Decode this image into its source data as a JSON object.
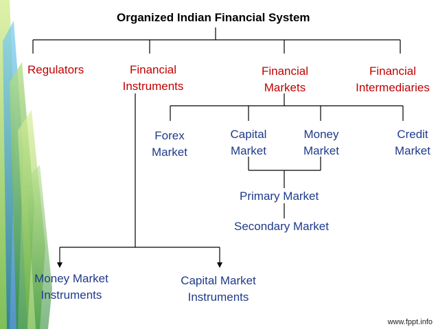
{
  "title": "Organized Indian Financial System",
  "level1": {
    "regulators": "Regulators",
    "instruments": [
      "Financial",
      "Instruments"
    ],
    "markets": [
      "Financial",
      "Markets"
    ],
    "intermediaries": [
      "Financial",
      "Intermediaries"
    ]
  },
  "level2": {
    "forex": [
      "Forex",
      "Market"
    ],
    "capital": [
      "Capital",
      "Market"
    ],
    "money": [
      "Money",
      "Market"
    ],
    "credit": [
      "Credit",
      "Market"
    ]
  },
  "level3": {
    "primary": "Primary Market",
    "secondary": "Secondary Market"
  },
  "instruments_children": {
    "money_market_instruments": [
      "Money Market",
      "Instruments"
    ],
    "capital_market_instruments": [
      "Capital Market",
      "Instruments"
    ]
  },
  "watermark": "www.fppt.info",
  "colors": {
    "level1_text": "#c00000",
    "level2_text": "#1f3a8a",
    "lines": "#000000"
  }
}
